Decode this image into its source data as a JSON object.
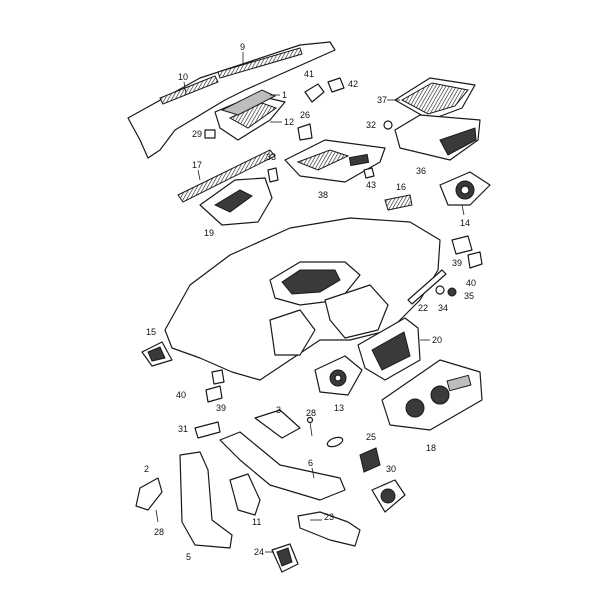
{
  "diagram": {
    "callouts": [
      "9",
      "10",
      "1",
      "41",
      "42",
      "37",
      "29",
      "12",
      "26",
      "32",
      "33",
      "17",
      "38",
      "43",
      "16",
      "36",
      "14",
      "19",
      "39",
      "40",
      "35",
      "34",
      "22",
      "15",
      "20",
      "3",
      "28",
      "40",
      "39",
      "31",
      "13",
      "18",
      "25",
      "2",
      "6",
      "30",
      "28",
      "11",
      "23",
      "5",
      "24"
    ],
    "colors": {
      "line": "#1a1a1a",
      "dark_fill": "#3a3a3a",
      "grey_fill": "#bdbdbd",
      "background": "#ffffff"
    }
  }
}
